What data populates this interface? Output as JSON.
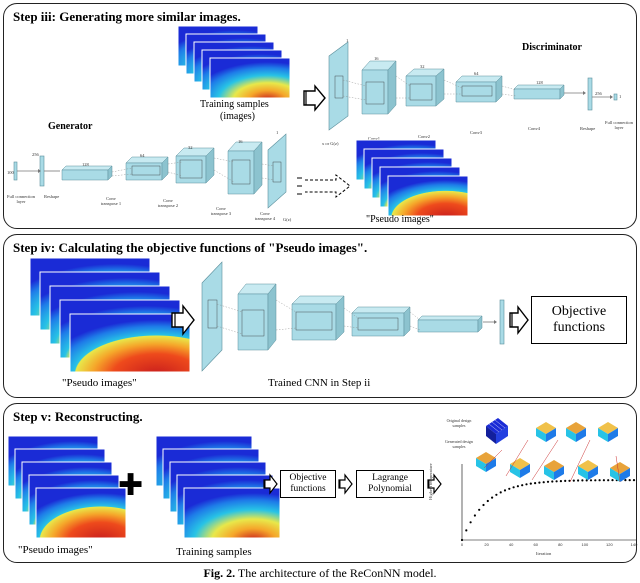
{
  "colors": {
    "heatmap_stops": [
      "#1a2bd6",
      "#1e7be8",
      "#27c3e6",
      "#7fe0a0",
      "#e8e84a",
      "#f5a62a",
      "#ee4a1c",
      "#c81d1d"
    ],
    "cnn_block": "#a9dbe6",
    "cnn_block_edge": "#5b8f9c"
  },
  "step3": {
    "title": "Step iii: Generating more similar images.",
    "training_samples_label": "Training samples",
    "training_samples_sub": "(images)",
    "generator_label": "Generator",
    "discriminator_label": "Discriminator",
    "pseudo_images_label": "\"Pseudo images\"",
    "gen_layers": {
      "fc": "Full connection layer",
      "reshape": "Reshape",
      "ct1": "Conv transpose 1",
      "ct2": "Conv transpose 2",
      "ct3": "Conv transpose 3",
      "ct4": "Conv transpose 4",
      "out": "G(z)"
    },
    "disc_layers": {
      "in": "x or G(z)",
      "c1": "Conv1",
      "c2": "Conv2",
      "c3": "Conv3",
      "c4": "Conv4",
      "reshape": "Reshape",
      "fc": "Full connection layer"
    },
    "gen_dims": [
      "100",
      "256",
      "128",
      "64",
      "32",
      "16",
      "1"
    ],
    "disc_dims": [
      "1",
      "16",
      "32",
      "64",
      "128",
      "256",
      "1"
    ]
  },
  "step4": {
    "title": "Step iv: Calculating the objective functions of \"Pseudo images\".",
    "pseudo_images_label": "\"Pseudo images\"",
    "trained_cnn_label": "Trained CNN in Step ii",
    "objective_label": "Objective functions"
  },
  "step5": {
    "title": "Step v: Reconstructing.",
    "pseudo_images_label": "\"Pseudo images\"",
    "training_samples_label": "Training samples",
    "objective_box": "Objective functions",
    "lagrange_box": "Lagrange Polynomial",
    "plus_symbol": "✚",
    "plot": {
      "legend_original": "Original design samples",
      "legend_generated": "Generated design samples",
      "ylabel": "Highest temperature",
      "xlabel": "Iteration",
      "x_ticks": [
        "0",
        "20",
        "40",
        "60",
        "80",
        "100",
        "120",
        "140"
      ]
    }
  },
  "caption": "Fig. 2. The architecture of the ReConNN model."
}
